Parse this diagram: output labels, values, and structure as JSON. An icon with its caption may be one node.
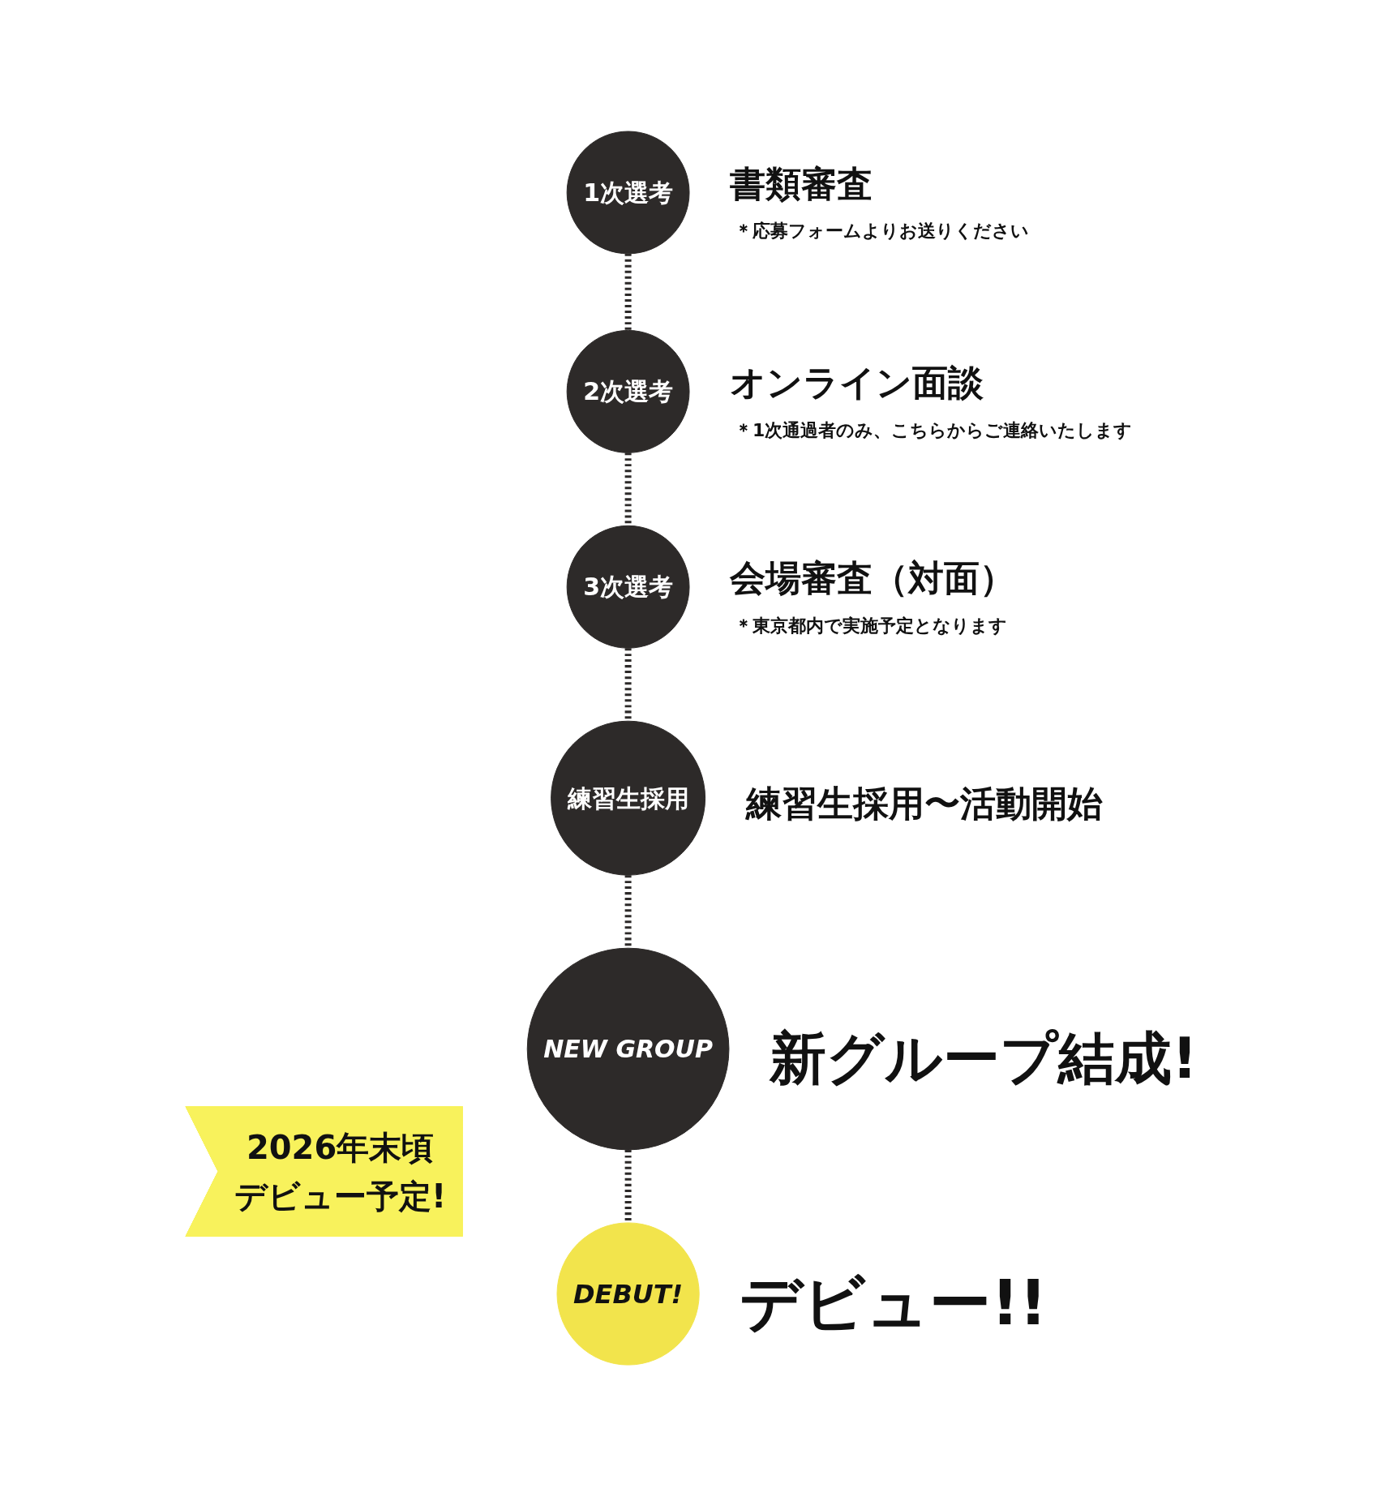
{
  "diagram": {
    "nodes": [
      {
        "text": [
          "1次選考"
        ],
        "beside": [
          "書類審査",
          "＊応募フォームよりお送りください"
        ]
      },
      {
        "text": [
          "2次選考"
        ],
        "beside": [
          "オンライン面談",
          "＊1次通過者のみ、こちらからご連絡いたします"
        ]
      },
      {
        "text": [
          "3次選考"
        ],
        "beside": [
          "会場審査（対面）",
          "＊東京都内で実施予定となります"
        ]
      },
      {
        "text": [
          "練習生採用"
        ],
        "beside": [
          "練習生採用〜活動開始"
        ]
      },
      {
        "text": [
          "NEW GROUP"
        ],
        "beside": [
          "新グループ結成!"
        ]
      },
      {
        "text": [
          "DEBUT!"
        ],
        "beside": [
          "デビュー!!"
        ]
      },
      {
        "text": [
          "2026年末頃",
          "デビュー予定!"
        ]
      }
    ],
    "edges": [
      {
        "from": 0,
        "to": 1,
        "arrow": "none",
        "style": "dashed"
      },
      {
        "from": 1,
        "to": 2,
        "arrow": "none",
        "style": "dashed"
      },
      {
        "from": 2,
        "to": 3,
        "arrow": "none",
        "style": "dashed"
      },
      {
        "from": 3,
        "to": 4,
        "arrow": "none",
        "style": "dashed"
      },
      {
        "from": 4,
        "to": 5,
        "arrow": "none",
        "style": "dashed"
      }
    ]
  }
}
